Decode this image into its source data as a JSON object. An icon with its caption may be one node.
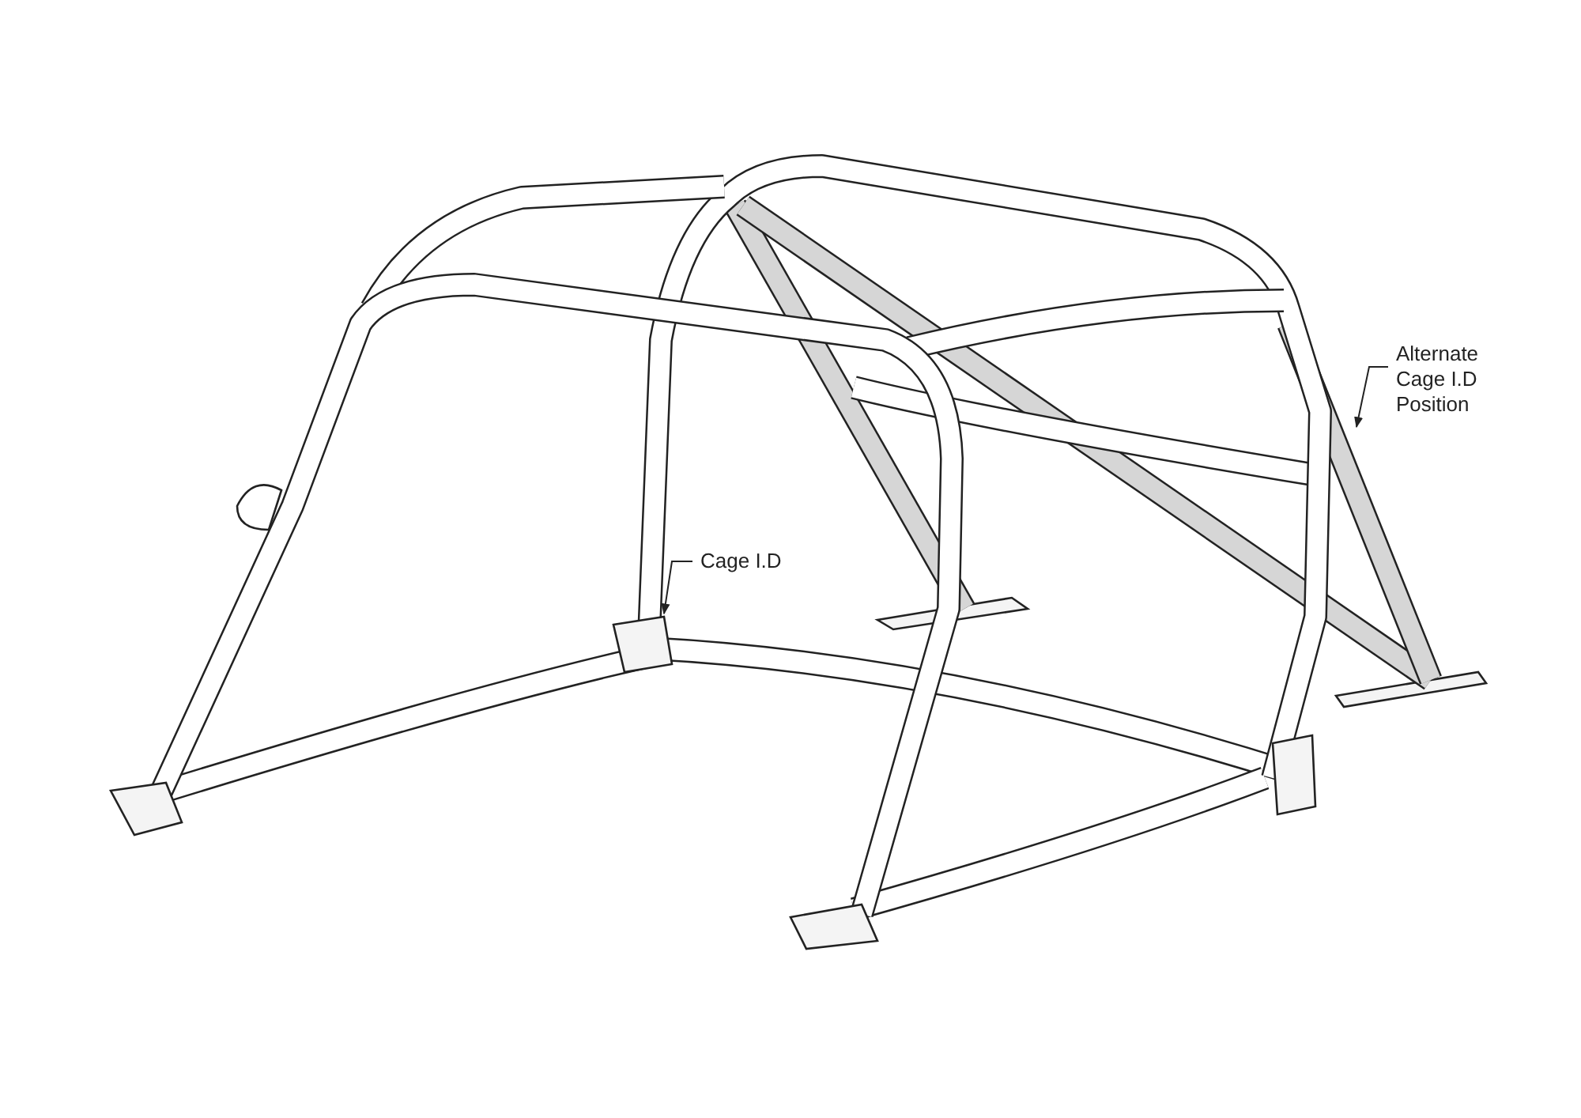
{
  "diagram": {
    "nodes": [
      {
        "text": [
          "Cage I.D"
        ]
      },
      {
        "text": [
          "Alternate Cage I.D Position"
        ]
      }
    ],
    "edges": [
      {
        "from": 0,
        "to": null,
        "arrow": "to"
      },
      {
        "from": 1,
        "to": null,
        "arrow": "to"
      }
    ]
  }
}
